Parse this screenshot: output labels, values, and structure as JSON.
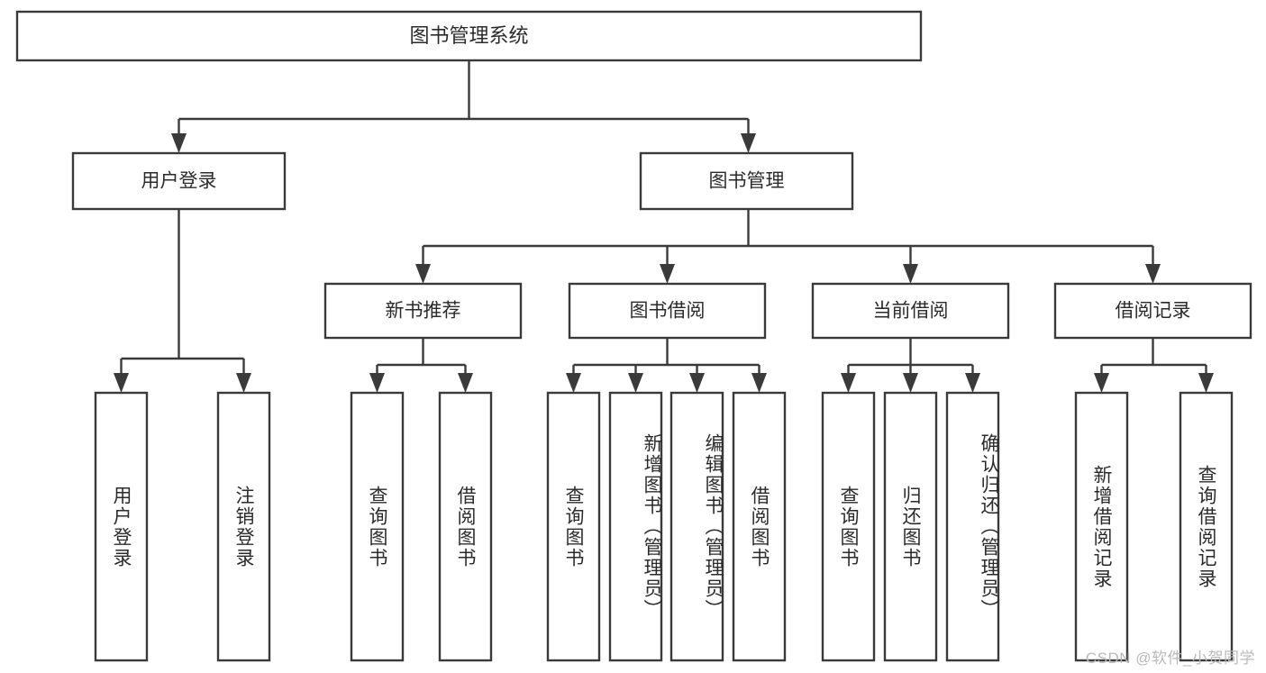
{
  "diagram": {
    "type": "tree-hierarchy-chart",
    "title": "图书管理系统",
    "watermark": "CSDN @软件_小贺同学",
    "colors": {
      "stroke": "#3a3a3a",
      "fill": "#ffffff",
      "text": "#2b2b2b",
      "watermark": "#b9b9b9",
      "background": "#ffffff"
    },
    "levels": {
      "level1": [
        {
          "id": "root",
          "label": "图书管理系统"
        }
      ],
      "level2": [
        {
          "id": "user-login",
          "label": "用户登录",
          "parent": "root"
        },
        {
          "id": "book-management",
          "label": "图书管理",
          "parent": "root"
        }
      ],
      "level3": [
        {
          "id": "new-book-recommend",
          "label": "新书推荐",
          "parent": "book-management"
        },
        {
          "id": "book-borrow",
          "label": "图书借阅",
          "parent": "book-management"
        },
        {
          "id": "current-borrow",
          "label": "当前借阅",
          "parent": "book-management"
        },
        {
          "id": "borrow-record",
          "label": "借阅记录",
          "parent": "book-management"
        }
      ],
      "leaves": [
        {
          "id": "leaf-user-login",
          "label": "用户登录",
          "parent": "user-login"
        },
        {
          "id": "leaf-logout",
          "label": "注销登录",
          "parent": "user-login"
        },
        {
          "id": "leaf-query-book-1",
          "label": "查询图书",
          "parent": "new-book-recommend"
        },
        {
          "id": "leaf-borrow-book-1",
          "label": "借阅图书",
          "parent": "new-book-recommend"
        },
        {
          "id": "leaf-query-book-2",
          "label": "查询图书",
          "parent": "book-borrow"
        },
        {
          "id": "leaf-add-book",
          "label": "新增图书（管理员）",
          "parent": "book-borrow"
        },
        {
          "id": "leaf-edit-book",
          "label": "编辑图书（管理员）",
          "parent": "book-borrow"
        },
        {
          "id": "leaf-borrow-book-2",
          "label": "借阅图书",
          "parent": "book-borrow"
        },
        {
          "id": "leaf-query-book-3",
          "label": "查询图书",
          "parent": "current-borrow"
        },
        {
          "id": "leaf-return-book",
          "label": "归还图书",
          "parent": "current-borrow"
        },
        {
          "id": "leaf-confirm-return",
          "label": "确认归还（管理员）",
          "parent": "current-borrow"
        },
        {
          "id": "leaf-add-record",
          "label": "新增借阅记录",
          "parent": "borrow-record"
        },
        {
          "id": "leaf-query-record",
          "label": "查询借阅记录",
          "parent": "borrow-record"
        }
      ]
    }
  }
}
